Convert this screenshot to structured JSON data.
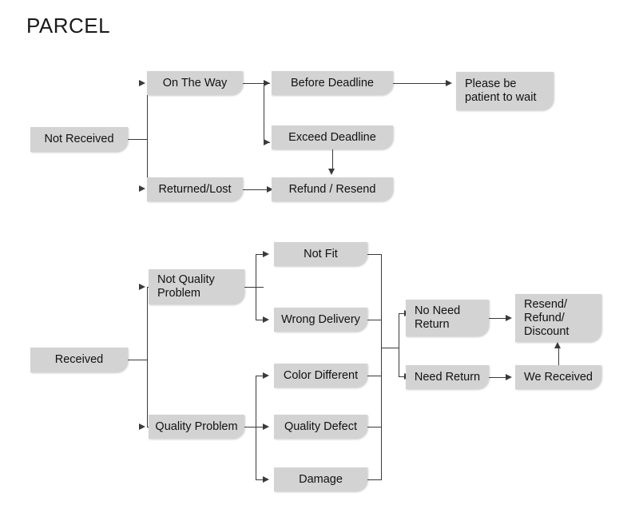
{
  "title": "PARCEL",
  "theme": {
    "background": "#ffffff",
    "node_fill": "#d3d3d3",
    "node_text": "#111111",
    "connector": "#3a3a3a",
    "title_color": "#1a1a1a"
  },
  "flow": {
    "branch_not_received": {
      "root": "Not Received",
      "on_the_way": "On The Way",
      "returned_lost": "Returned/Lost",
      "before_deadline": "Before Deadline",
      "exceed_deadline": "Exceed Deadline",
      "please_be_patient": "Please be\npatient to wait",
      "please_be_patient_line1": "Please be",
      "please_be_patient_line2": "patient to wait",
      "refund_resend": "Refund / Resend"
    },
    "branch_received": {
      "root": "Received",
      "not_quality_problem_line1": "Not Quality",
      "not_quality_problem_line2": "Problem",
      "quality_problem": "Quality Problem",
      "not_fit": "Not Fit",
      "wrong_delivery": "Wrong Delivery",
      "color_different": "Color Different",
      "quality_defect": "Quality Defect",
      "damage": "Damage",
      "no_need_return_line1": "No Need",
      "no_need_return_line2": "Return",
      "need_return": "Need Return",
      "we_received": "We Received",
      "resend_refund_discount_line1": "Resend/",
      "resend_refund_discount_line2": "Refund/",
      "resend_refund_discount_line3": "Discount"
    }
  }
}
